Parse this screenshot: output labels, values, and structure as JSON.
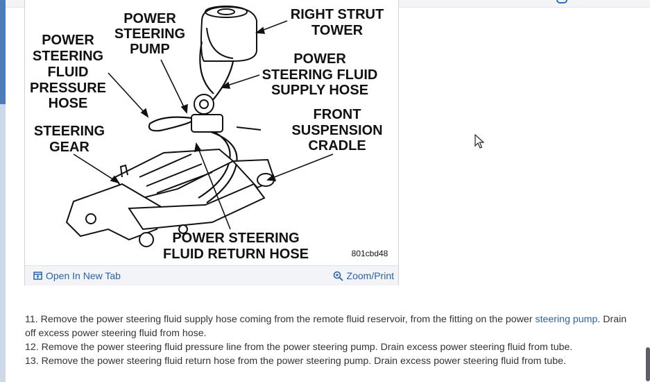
{
  "figure": {
    "labels": {
      "pump_1": "POWER",
      "pump_2": "STEERING",
      "pump_3": "PUMP",
      "strut_1": "RIGHT STRUT",
      "strut_2": "TOWER",
      "pressure_1": "POWER",
      "pressure_2": "STEERING",
      "pressure_3": "FLUID",
      "pressure_4": "PRESSURE",
      "pressure_5": "HOSE",
      "supply_1": "POWER",
      "supply_2": "STEERING FLUID",
      "supply_3": "SUPPLY HOSE",
      "gear_1": "STEERING",
      "gear_2": "GEAR",
      "cradle_1": "FRONT",
      "cradle_2": "SUSPENSION",
      "cradle_3": "CRADLE",
      "return_1": "POWER STEERING",
      "return_2": "FLUID RETURN HOSE",
      "code": "801cbd48"
    },
    "open_new_tab": "Open In New Tab",
    "zoom_print": "Zoom/Print"
  },
  "steps": {
    "step11_pre": "11. Remove the power steering fluid supply hose coming from the remote fluid reservoir, from the fitting on the power ",
    "step11_link": "steering pump",
    "step11_post": ". Drain off excess power steering fluid from hose.",
    "step12": "12. Remove the power steering fluid pressure line from the power steering pump. Drain excess power steering fluid from tube.",
    "step13": "13. Remove the power steering fluid return hose from the power steering pump. Drain excess power steering fluid from tube."
  },
  "colors": {
    "link": "#2a63a8",
    "text": "#333333"
  }
}
